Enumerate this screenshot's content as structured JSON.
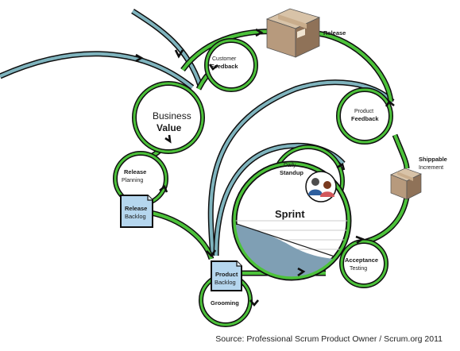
{
  "nodes": {
    "customer_feedback": {
      "line1": "Customer",
      "line2": "Feedback"
    },
    "release": {
      "line1": "Release"
    },
    "business_value": {
      "line1": "Business",
      "line2": "Value"
    },
    "product_feedback": {
      "line1": "Product",
      "line2": "Feedback"
    },
    "release_planning": {
      "line1": "Release",
      "line2": "Planning"
    },
    "release_backlog": {
      "line1": "Release",
      "line2": "Backlog"
    },
    "daily_standup": {
      "line1": "Daily",
      "line2": "Standup"
    },
    "shippable_increment": {
      "line1": "Shippable",
      "line2": "Increment"
    },
    "sprint": {
      "line1": "Sprint"
    },
    "acceptance_testing": {
      "line1": "Acceptance",
      "line2": "Testing"
    },
    "product_backlog": {
      "line1": "Product",
      "line2": "Backlog"
    },
    "grooming": {
      "line1": "Grooming"
    }
  },
  "caption": "Source: Professional Scrum Product Owner / Scrum.org 2011",
  "colors": {
    "track": "#4cc23a",
    "track_outline": "#0f0f0f",
    "teal_path": "#7fb4be",
    "burndown": "#7f9fb4",
    "doc": "#b5d6ee",
    "box_side": "#8f7258",
    "box_front": "#b79a7d",
    "box_top": "#d8c3a8"
  }
}
